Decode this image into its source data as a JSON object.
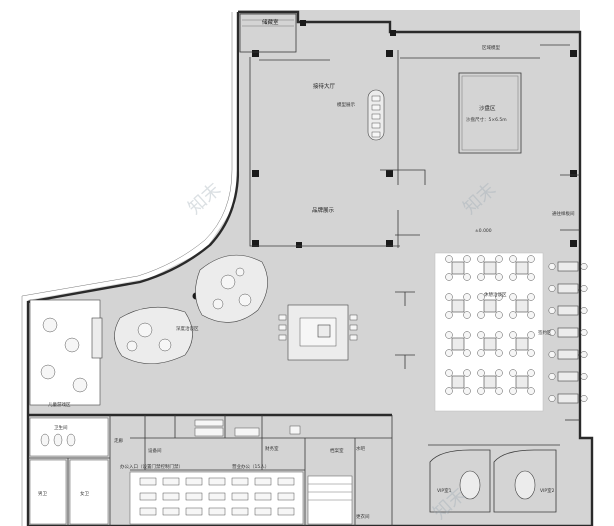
{
  "labels": {
    "storage_top": "储藏室",
    "zone_model": "区域模型",
    "hall": "接待大厅",
    "model_show": "模型展示",
    "sand_zone": "沙盘区",
    "sand_size": "沙盘尺寸：5×6.5m",
    "brand": "品牌展示",
    "elevation": "±0.000",
    "promo": "通往样板间",
    "kids": "儿童游戏区",
    "lounge": "休憩洽谈区",
    "deep": "深度洽谈区",
    "sign": "签约区",
    "wc": "卫生间",
    "men": "男卫",
    "women": "女卫",
    "office_entry": "办公入口（设置门禁控制门禁）",
    "finance": "财务室",
    "sales_office": "营业办公（15人）",
    "changing": "更衣间",
    "vip1": "VIP室1",
    "vip2": "VIP室2",
    "corridor": "走廊",
    "storage_b": "储藏",
    "bar": "水吧",
    "exit": "出入口",
    "equipment": "设备间",
    "archive": "档案室"
  },
  "watermark": "知末"
}
